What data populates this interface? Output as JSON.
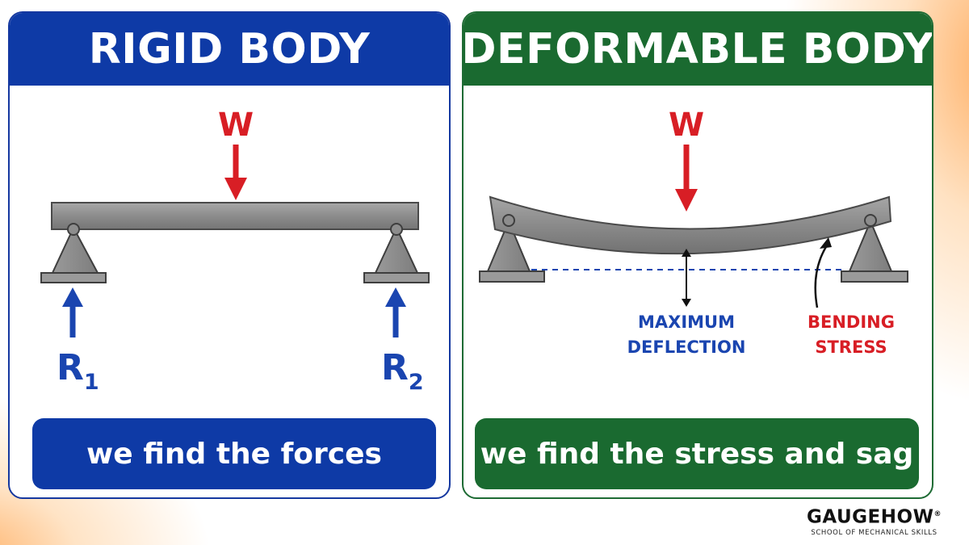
{
  "rigid_panel": {
    "title": "RIGID BODY",
    "load_label": "W",
    "reactions": [
      {
        "letter": "R",
        "subscript": "1"
      },
      {
        "letter": "R",
        "subscript": "2"
      }
    ],
    "footer": "we find the forces"
  },
  "deformable_panel": {
    "title": "DEFORMABLE BODY",
    "load_label": "W",
    "deflection_label": [
      "MAXIMUM",
      "DEFLECTION"
    ],
    "stress_label": [
      "BENDING",
      "STRESS"
    ],
    "footer": "we find the stress and sag"
  },
  "brand": {
    "name": "GAUGEHOW",
    "mark": "®",
    "tagline": "SCHOOL OF MECHANICAL SKILLS"
  },
  "colors": {
    "rigid_blue": "#0e3aa6",
    "deform_green": "#1a6a30",
    "load_red": "#d81e25",
    "reaction_blue": "#1a45b0",
    "beam_gray": "#8a8a8a"
  }
}
